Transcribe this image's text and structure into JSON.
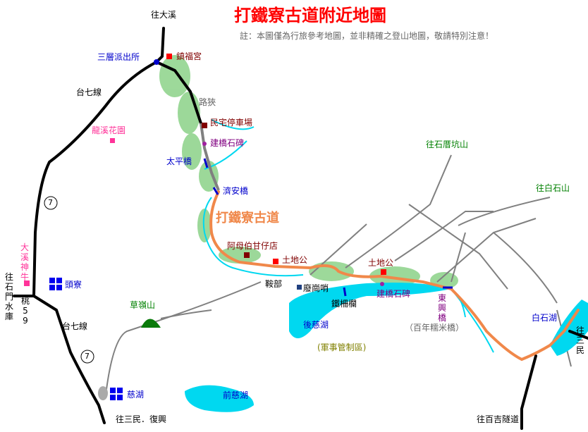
{
  "title": "打鐵寮古道附近地圖",
  "note": "註：本圖僅為行旅參考地圖，並非精確之登山地圖，敬請特別注意！",
  "trail_label": "打鐵寮古道",
  "colors": {
    "title": "#ff0000",
    "road": "#000000",
    "trail": "#f0884a",
    "water": "#00d8f0",
    "minor_road": "#808080",
    "vegetation": "#6cc070",
    "temple": "#ff0000",
    "parking": "#800000",
    "monument": "#a020a0",
    "bridge": "#0000cc",
    "police": "#0000cc",
    "dest_green": "#00a000",
    "dest_black": "#000000",
    "pink": "#ff3399",
    "blue_text": "#0000cc",
    "purple": "#800080"
  },
  "labels": {
    "to_daxi": "往大溪",
    "sanceng_police": "三層派出所",
    "zhenfu_temple": "鎮福宮",
    "tai7_north": "台七線",
    "lubie": "路狹",
    "minzhai_parking": "民宅停車場",
    "longxi_garden": "龍溪花園",
    "jianqiao_monument_1": "建橋石碑",
    "taiping_bridge": "太平橋",
    "jian_bridge": "濟安橋",
    "to_shiyakang": "往石厝坑山",
    "to_baishishan": "往白石山",
    "route7_north": "7",
    "amu_bo_store": "阿母伯甘仔店",
    "tudigong_1": "土地公",
    "tudigong_2": "土地公",
    "jiaoban": "鞍部",
    "abandoned_post": "廢崗哨",
    "iron_fence": "鐵柵欄",
    "jianqiao_monument_2": "建橋石碑",
    "dongxing_bridge": "東興橋",
    "bainian_bridge": "（百年糯米橋）",
    "houci_lake": "後慈湖",
    "military_zone": "(軍事管制區)",
    "baishi_lake": "白石湖",
    "to_shimen": "往石門水庫",
    "taoyuan59": "桃59",
    "daxi_niu": "大溪神牛",
    "toulu": "頭寮",
    "caoling_mountain": "草嶺山",
    "tai7_south": "台七線",
    "route7_south": "7",
    "cihu": "慈湖",
    "qianci_lake": "前慈湖",
    "to_sanmin_fuxing": "往三民．復興",
    "to_baiji_tunnel": "往百吉隧道",
    "to_sanmin_right": "往三民"
  }
}
